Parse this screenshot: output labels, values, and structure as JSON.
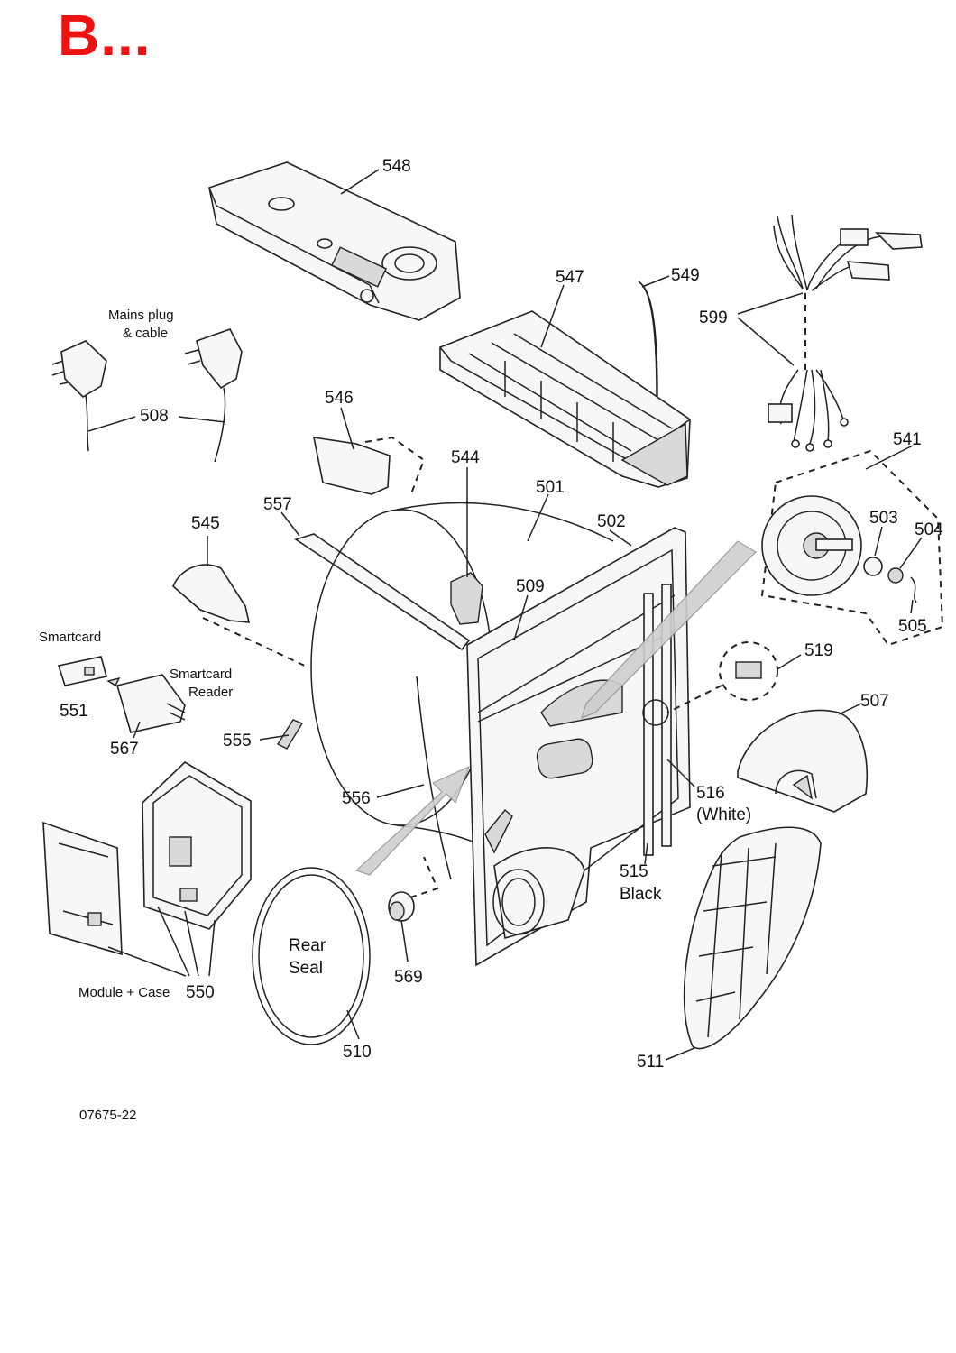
{
  "header": {
    "title": "B...",
    "title_color": "#ee1111"
  },
  "drawing_number": "07675-22",
  "callouts": {
    "p548": "548",
    "p547": "547",
    "p549": "549",
    "p599": "599",
    "p508": "508",
    "p546": "546",
    "p544": "544",
    "p501": "501",
    "p502": "502",
    "p541": "541",
    "p557": "557",
    "p545": "545",
    "p503": "503",
    "p504": "504",
    "p509": "509",
    "p505": "505",
    "p519": "519",
    "p507": "507",
    "p551": "551",
    "p567": "567",
    "p555": "555",
    "p556": "556",
    "p516": "516",
    "p515": "515",
    "p550": "550",
    "p569": "569",
    "p510": "510",
    "p511": "511"
  },
  "captions": {
    "mains_line1": "Mains plug",
    "mains_line2": "& cable",
    "smartcard": "Smartcard",
    "reader_line1": "Smartcard",
    "reader_line2": "Reader",
    "module_case": "Module + Case",
    "white": "(White)",
    "black": "Black",
    "seal_line1": "Rear",
    "seal_line2": "Seal"
  }
}
